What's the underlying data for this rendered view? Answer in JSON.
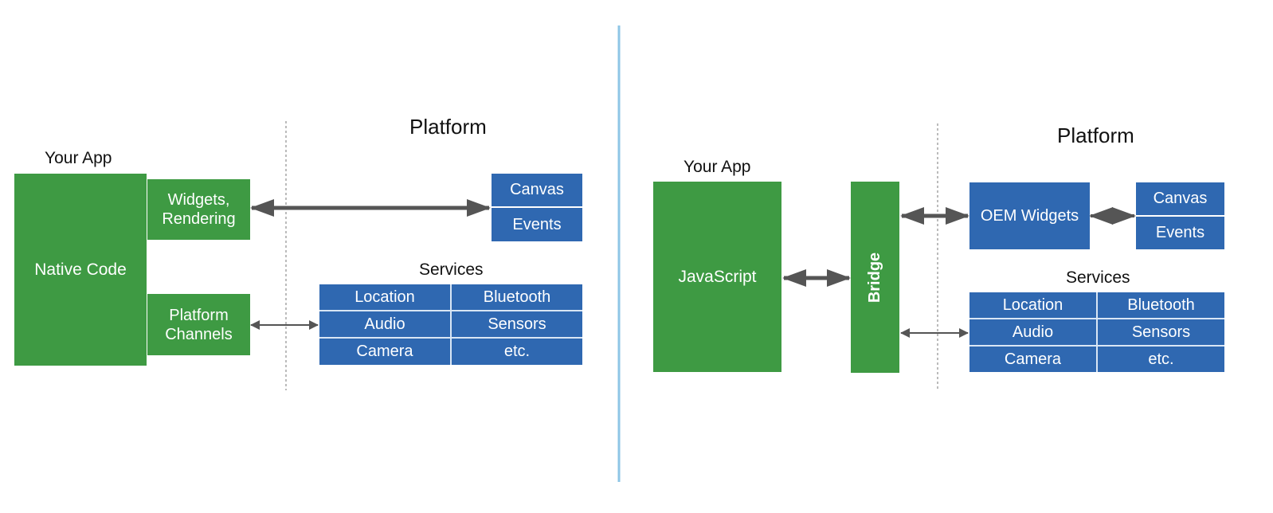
{
  "flutter": {
    "your_app": "Your App",
    "native_code": "Native Code",
    "widgets_rendering": [
      "Widgets,",
      "Rendering"
    ],
    "platform_channels": [
      "Platform",
      "Channels"
    ],
    "platform": "Platform",
    "canvas": "Canvas",
    "events": "Events",
    "services": "Services",
    "services_grid": [
      [
        "Location",
        "Bluetooth"
      ],
      [
        "Audio",
        "Sensors"
      ],
      [
        "Camera",
        "etc."
      ]
    ]
  },
  "react_native": {
    "your_app": "Your App",
    "javascript": "JavaScript",
    "bridge": "Bridge",
    "oem_widgets": "OEM Widgets",
    "platform": "Platform",
    "canvas": "Canvas",
    "events": "Events",
    "services": "Services",
    "services_grid": [
      [
        "Location",
        "Bluetooth"
      ],
      [
        "Audio",
        "Sensors"
      ],
      [
        "Camera",
        "etc."
      ]
    ]
  },
  "colors": {
    "green": "#3e9a43",
    "blue": "#2f68b1",
    "divider": "#8ec6e6",
    "arrow": "#555555"
  }
}
